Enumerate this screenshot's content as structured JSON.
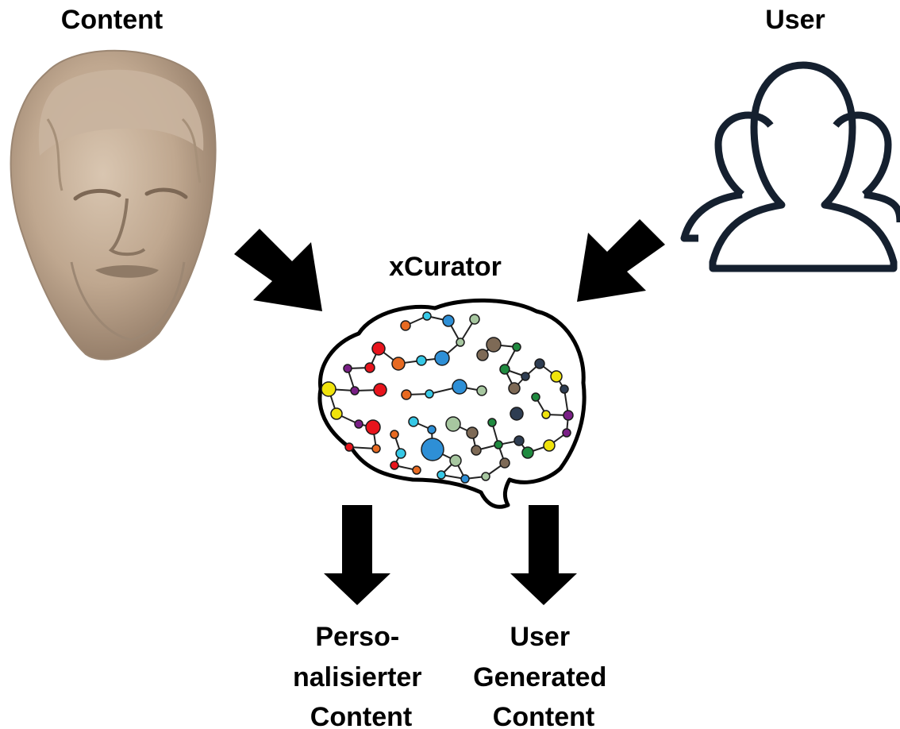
{
  "labels": {
    "content": "Content",
    "user": "User",
    "xcurator": "xCurator"
  },
  "outputs": {
    "personalized": [
      "Perso-",
      "nalisierter",
      "Content"
    ],
    "user_generated": [
      "User",
      "Generated",
      "Content"
    ]
  },
  "icons": {
    "content": "classical-marble-head-icon",
    "user": "user-group-icon",
    "xcurator": "neural-network-brain-icon"
  },
  "colors": {
    "arrow": "#000000",
    "user_icon_stroke": "#15202f",
    "brain_outline": "#000000",
    "node_palette": [
      "#e8141c",
      "#2e8fd6",
      "#1f8a3f",
      "#7a1f86",
      "#36c8e6",
      "#7e6a56",
      "#f0e30c",
      "#e76a22",
      "#a7c7a0",
      "#2e3d52"
    ]
  }
}
